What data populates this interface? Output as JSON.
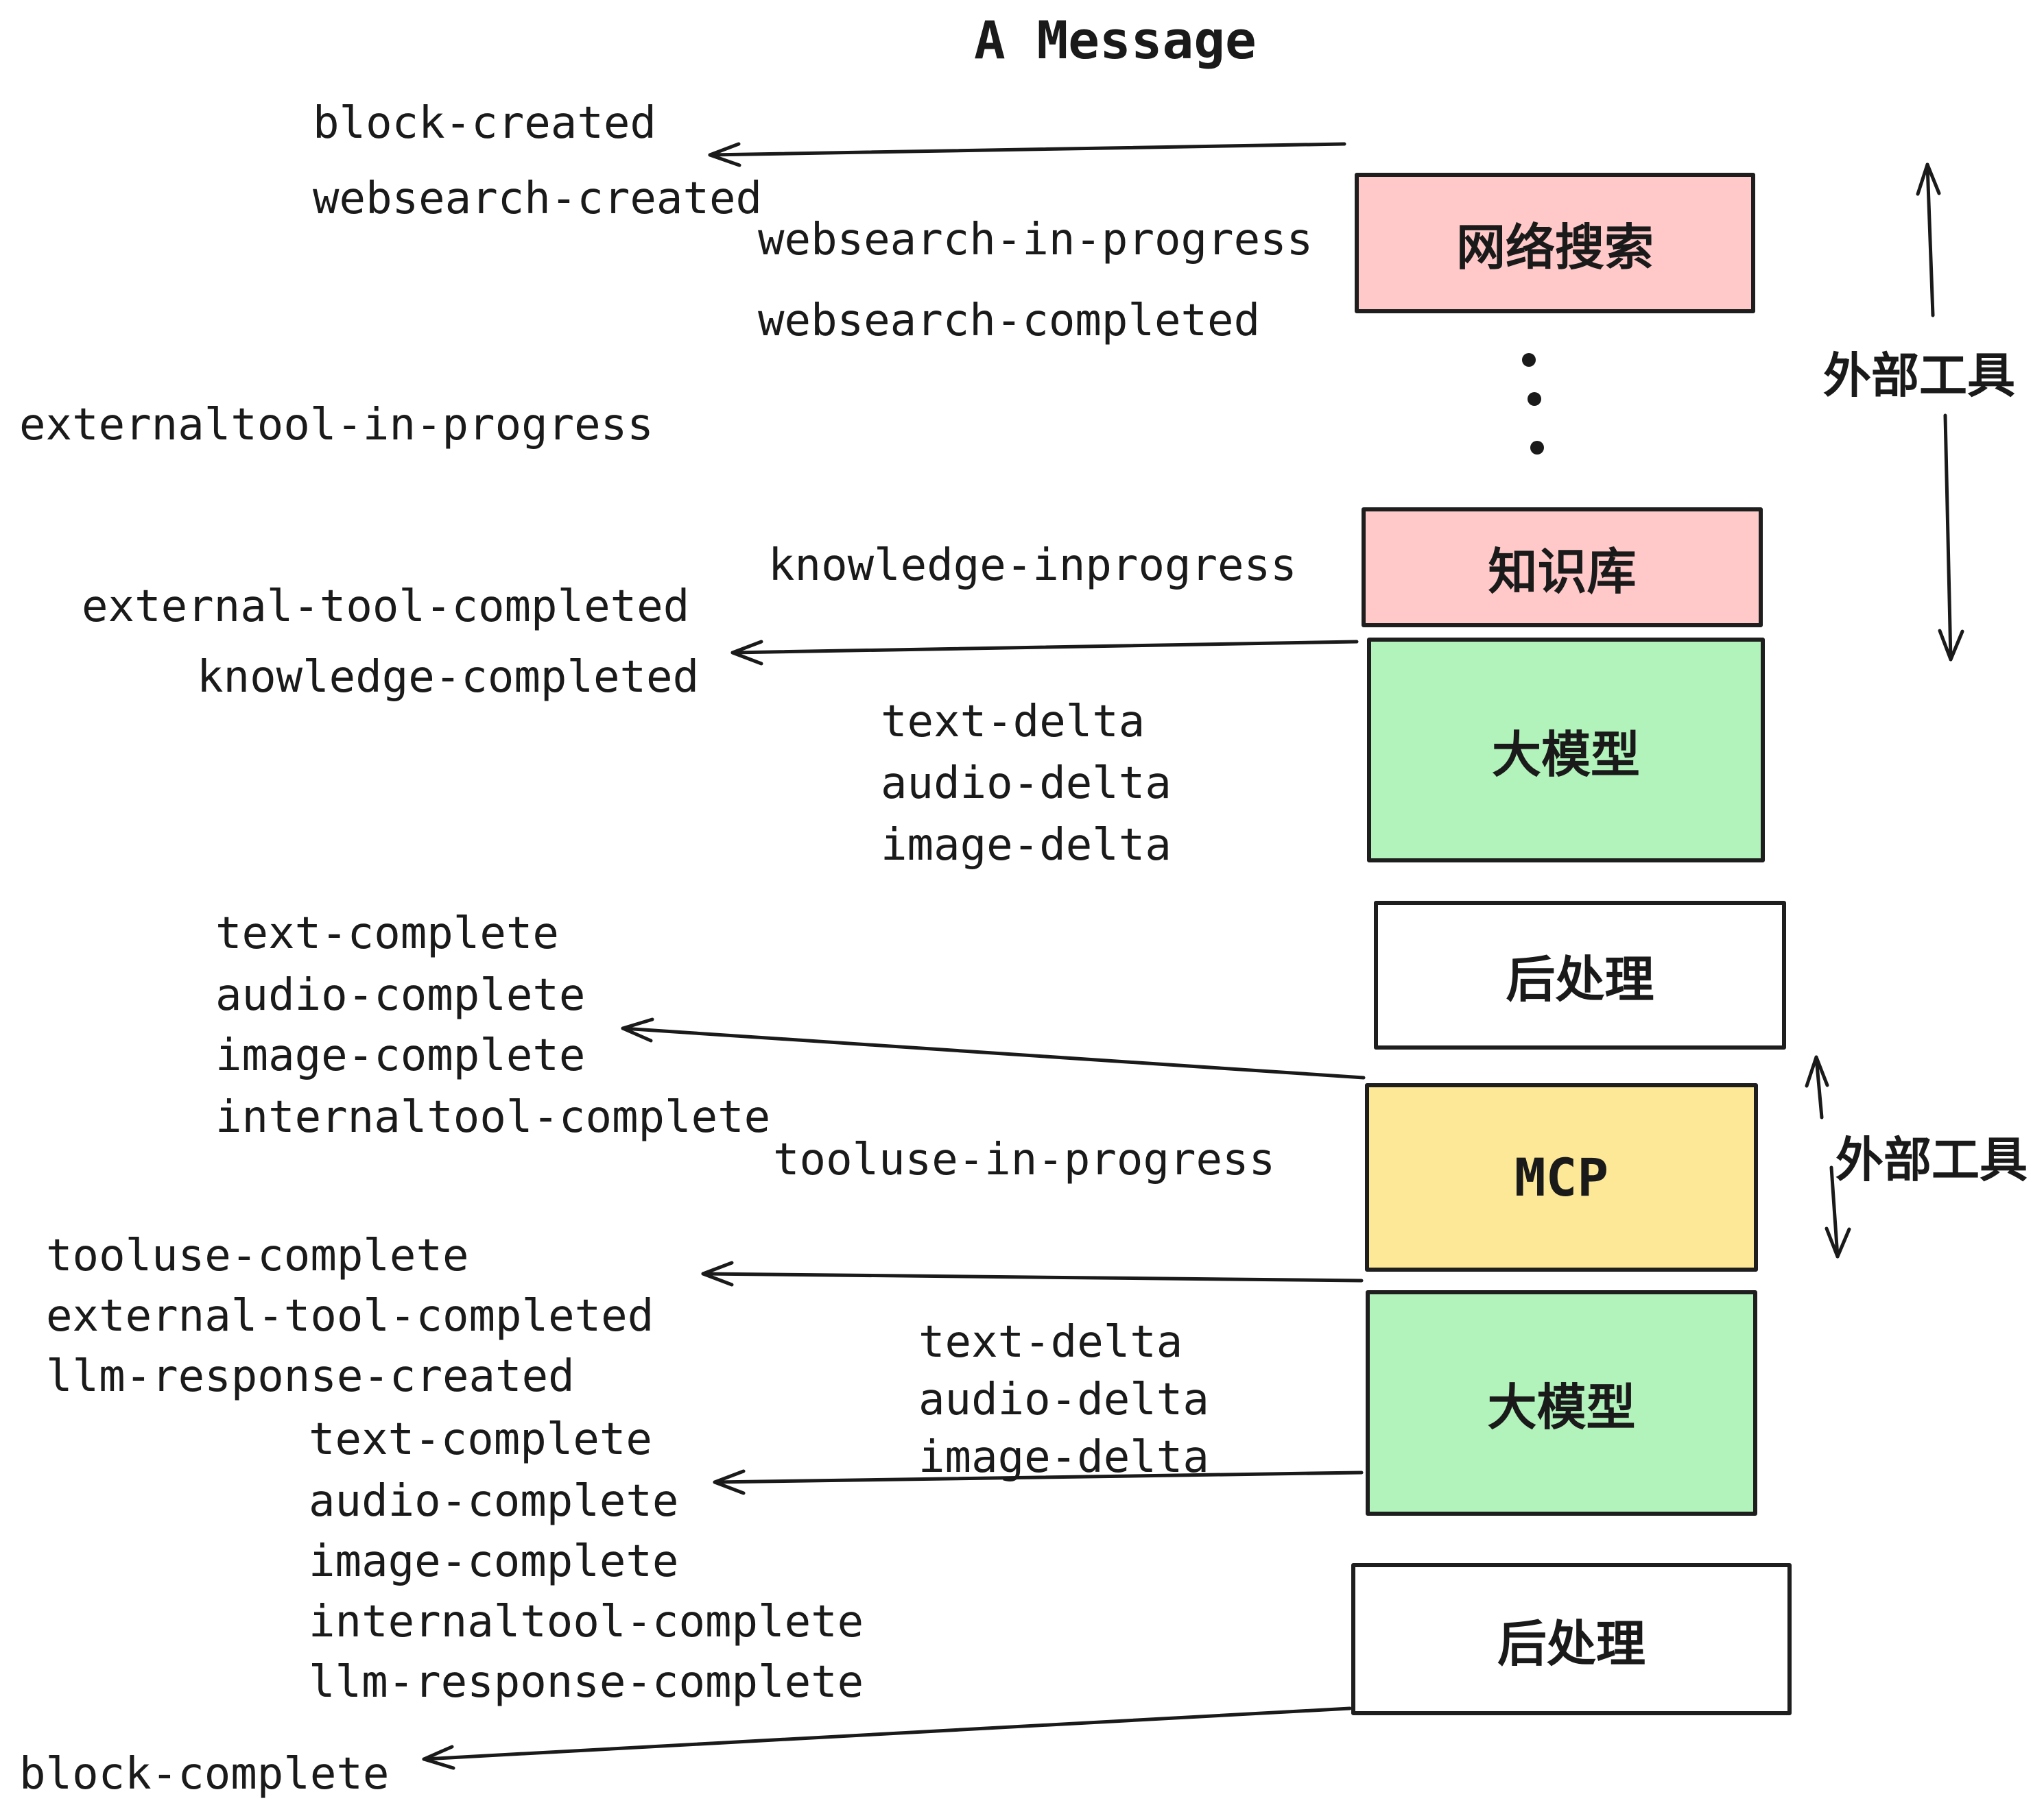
{
  "title": "A Message",
  "boxes": {
    "websearch": "网络搜索",
    "knowledge": "知识库",
    "llm_1": "大模型",
    "post_1": "后处理",
    "mcp": "MCP",
    "llm_2": "大模型",
    "post_2": "后处理"
  },
  "side_labels": {
    "external_tools_top": "外部工具",
    "external_tools_bottom": "外部工具"
  },
  "events": {
    "block_created": "block-created",
    "websearch_created": "websearch-created",
    "websearch_in_progress": "websearch-in-progress",
    "websearch_completed": "websearch-completed",
    "externaltool_in_progress": "externaltool-in-progress",
    "knowledge_inprogress": "knowledge-inprogress",
    "external_tool_completed": "external-tool-completed",
    "knowledge_completed": "knowledge-completed",
    "text_delta": "text-delta",
    "audio_delta": "audio-delta",
    "image_delta": "image-delta",
    "text_complete": "text-complete",
    "audio_complete": "audio-complete",
    "image_complete": "image-complete",
    "internaltool_complete": "internaltool-complete",
    "tooluse_in_progress": "tooluse-in-progress",
    "tooluse_complete": "tooluse-complete",
    "external_tool_completed_2": "external-tool-completed",
    "llm_response_created": "llm-response-created",
    "text_delta_2": "text-delta",
    "audio_delta_2": "audio-delta",
    "image_delta_2": "image-delta",
    "text_complete_2": "text-complete",
    "audio_complete_2": "audio-complete",
    "image_complete_2": "image-complete",
    "internaltool_complete_2": "internaltool-complete",
    "llm_response_complete": "llm-response-complete",
    "block_complete": "block-complete"
  },
  "colors": {
    "pink": "#ffc9c9",
    "green": "#b2f2bb",
    "yellow": "#fce897",
    "white": "#ffffff",
    "ink": "#1a1a1a"
  }
}
